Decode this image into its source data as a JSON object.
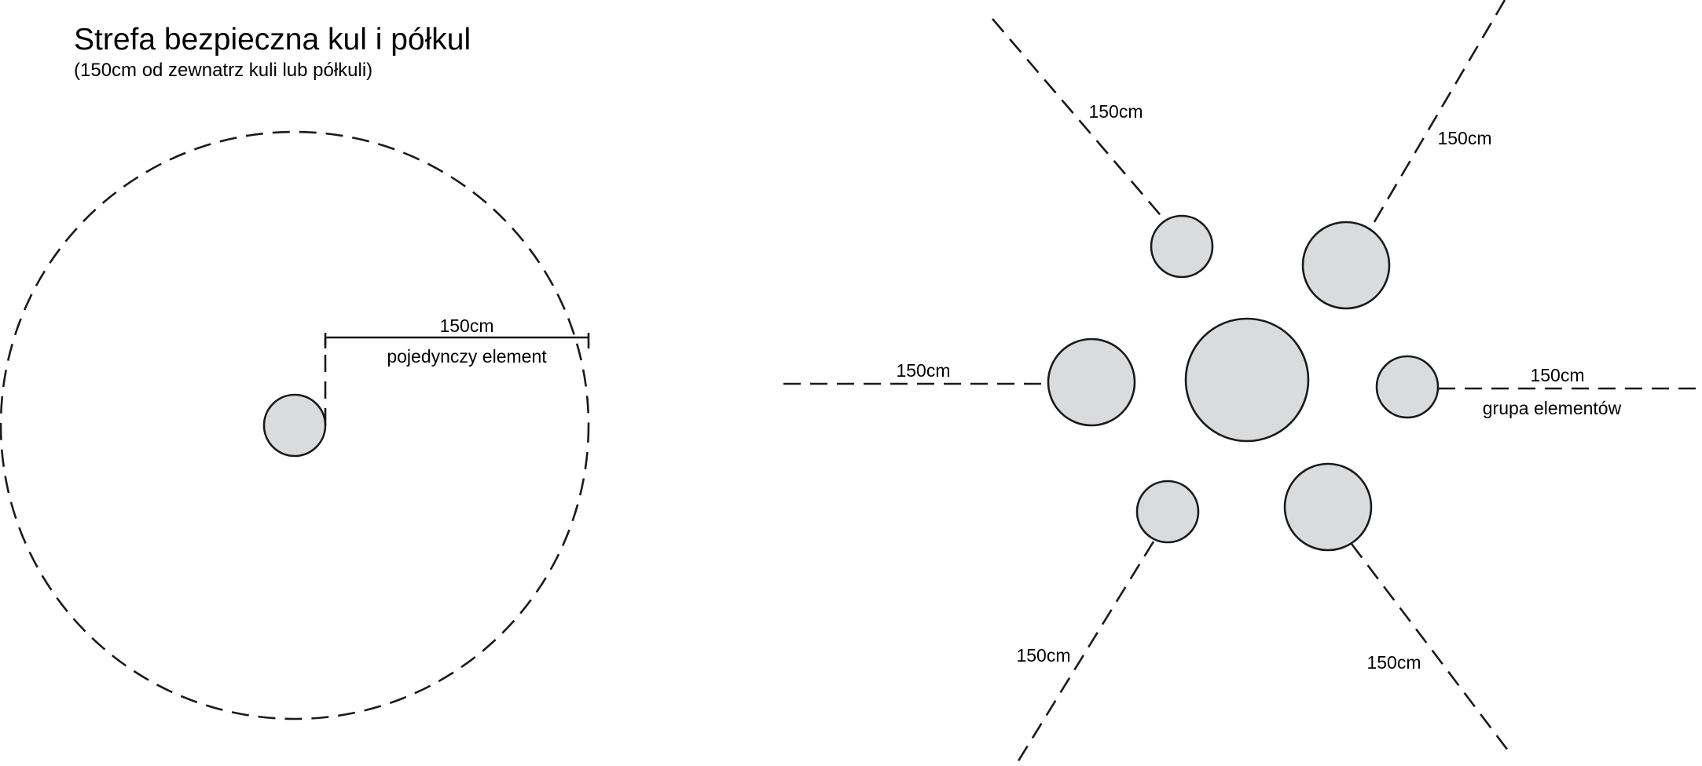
{
  "header": {
    "title": "Strefa bezpieczna kul i półkul",
    "subtitle": "(150cm od zewnatrz kuli lub półkuli)"
  },
  "single": {
    "distance_label": "150cm",
    "caption": "pojedynczy element"
  },
  "group": {
    "caption": "grupa elementów",
    "distances": [
      {
        "id": "upper-left",
        "label": "150cm"
      },
      {
        "id": "upper-right",
        "label": "150cm"
      },
      {
        "id": "left",
        "label": "150cm"
      },
      {
        "id": "right",
        "label": "150cm"
      },
      {
        "id": "lower-left",
        "label": "150cm"
      },
      {
        "id": "lower-right",
        "label": "150cm"
      }
    ]
  },
  "colors": {
    "sphere_fill": "#d9dbdd",
    "stroke": "#1a1a1a"
  }
}
